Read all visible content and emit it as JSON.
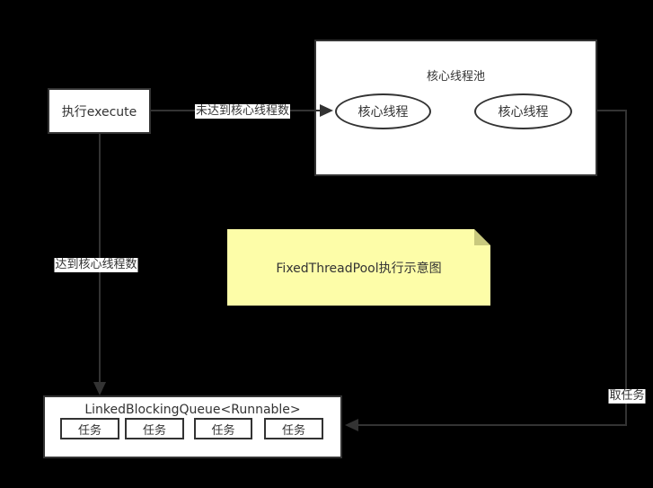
{
  "canvas": {
    "background_color": "#000000",
    "stroke_color": "#333333",
    "node_fill_color": "#ffffff",
    "text_color": "#333333"
  },
  "nodes": {
    "execute": {
      "label": "执行execute"
    },
    "pool": {
      "title": "核心线程池",
      "threads": [
        {
          "label": "核心线程"
        },
        {
          "label": "核心线程"
        }
      ]
    },
    "queue": {
      "title": "LinkedBlockingQueue<Runnable>",
      "tasks": [
        "任务",
        "任务",
        "任务",
        "任务"
      ]
    },
    "note": {
      "text": "FixedThreadPool执行示意图",
      "fill_color": "#fdfda8",
      "fold_color": "#c9c97e"
    }
  },
  "edges": {
    "to_pool": {
      "label": "未达到核心线程数"
    },
    "to_queue": {
      "label": "达到核心线程数"
    },
    "take_task": {
      "label": "取任务"
    }
  }
}
